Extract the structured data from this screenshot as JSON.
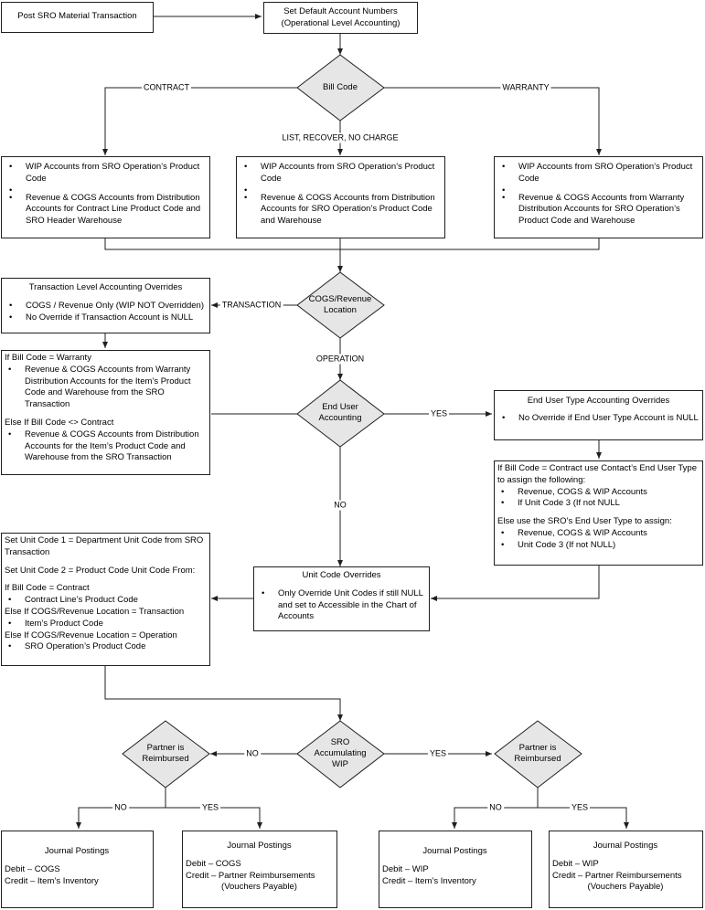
{
  "boxes": {
    "post_sro": "Post SRO Material Transaction",
    "set_default_title": "Set Default Account Numbers",
    "set_default_sub": "(Operational Level Accounting)",
    "contract_defaults": [
      "WIP Accounts from SRO Operation’s Product Code",
      "Revenue & COGS Accounts from Distribution Accounts for Contract Line Product Code and SRO Header Warehouse"
    ],
    "list_defaults": [
      "WIP Accounts from SRO Operation’s Product Code",
      "Revenue & COGS Accounts from Distribution Accounts for SRO Operation’s Product Code and Warehouse"
    ],
    "warranty_defaults": [
      "WIP Accounts from SRO Operation’s Product Code",
      "Revenue & COGS Accounts from Warranty Distribution Accounts for SRO Operation’s Product Code and Warehouse"
    ],
    "txn_overrides_title": "Transaction Level Accounting Overrides",
    "txn_overrides": [
      "COGS / Revenue Only (WIP NOT Overridden)",
      "No Override if Transaction Account is NULL"
    ],
    "txn_bill_if": "If Bill Code = Warranty",
    "txn_bill_if_item": "Revenue & COGS Accounts from Warranty Distribution Accounts for the Item’s Product Code and Warehouse from the SRO Transaction",
    "txn_bill_else": "Else If Bill Code <> Contract",
    "txn_bill_else_item": "Revenue & COGS Accounts from Distribution Accounts for the Item’s Product Code and Warehouse from the SRO Transaction",
    "eu_overrides_title": "End User Type Accounting Overrides",
    "eu_overrides": [
      "No Override if End User Type Account is NULL"
    ],
    "eu_assign_intro": "If Bill Code = Contract use Contact’s End User Type to assign the following:",
    "eu_assign_items1": [
      "Revenue, COGS & WIP Accounts",
      "If Unit Code 3 (If not NULL"
    ],
    "eu_assign_else": "Else use the SRO’s End User Type to assign:",
    "eu_assign_items2": [
      "Revenue, COGS & WIP Accounts",
      "Unit Code 3 (If not NULL)"
    ],
    "uc_overrides_title": "Unit Code Overrides",
    "uc_overrides": [
      "Only Override Unit Codes if still NULL and set to Accessible in the Chart of Accounts"
    ],
    "uc_set1": "Set Unit Code 1 = Department Unit Code from SRO Transaction",
    "uc_set2": "Set Unit Code 2 = Product Code Unit Code From:",
    "uc_if": "If Bill Code = Contract",
    "uc_if_item": "Contract Line’s Product Code",
    "uc_elif1": "Else If COGS/Revenue Location = Transaction",
    "uc_elif1_item": "Item’s Product Code",
    "uc_elif2": "Else If COGS/Revenue Location = Operation",
    "uc_elif2_item": "SRO Operation’s Product Code",
    "jp_title": "Journal Postings",
    "jp1_debit": "Debit – COGS",
    "jp1_credit": "Credit – Item’s Inventory",
    "jp2_debit": "Debit – COGS",
    "jp2_credit": "Credit – Partner Reimbursements",
    "jp2_credit_sub": "(Vouchers Payable)",
    "jp3_debit": "Debit – WIP",
    "jp3_credit": "Credit – Item’s Inventory",
    "jp4_debit": "Debit – WIP",
    "jp4_credit": "Credit – Partner Reimbursements",
    "jp4_credit_sub": "(Vouchers Payable)"
  },
  "decisions": {
    "bill_code": "Bill Code",
    "cogs_rev_line1": "COGS/Revenue",
    "cogs_rev_line2": "Location",
    "end_user_line1": "End User",
    "end_user_line2": "Accounting",
    "sro_wip_line1": "SRO",
    "sro_wip_line2": "Accumulating",
    "sro_wip_line3": "WIP",
    "partner_line1": "Partner is",
    "partner_line2": "Reimbursed"
  },
  "edges": {
    "contract": "CONTRACT",
    "warranty": "WARRANTY",
    "list": "LIST, RECOVER, NO CHARGE",
    "transaction": "TRANSACTION",
    "operation": "OPERATION",
    "yes": "YES",
    "no": "NO"
  },
  "colors": {
    "decision_fill": "#e6e6e6",
    "line": "#1f1f1f"
  }
}
